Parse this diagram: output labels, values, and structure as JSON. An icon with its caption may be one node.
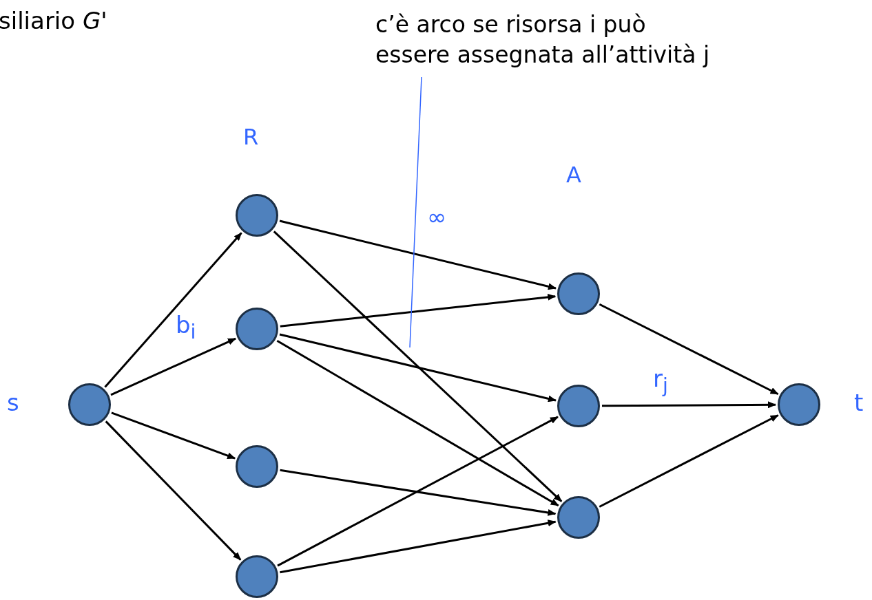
{
  "diagram": {
    "title": "siliario *G'*",
    "nodes": [
      {
        "text": [],
        "shape": "circle",
        "beside": [
          "s"
        ]
      },
      {
        "text": [],
        "shape": "circle"
      },
      {
        "text": [],
        "shape": "circle"
      },
      {
        "text": [],
        "shape": "circle"
      },
      {
        "text": [],
        "shape": "circle"
      },
      {
        "text": [],
        "shape": "circle"
      },
      {
        "text": [],
        "shape": "circle"
      },
      {
        "text": [],
        "shape": "circle"
      },
      {
        "text": [],
        "shape": "circle",
        "beside": [
          "t"
        ]
      },
      {
        "text": [
          "c’è arco se risorsa i può essere assegnata all’attività j"
        ]
      }
    ],
    "edges": [
      {
        "from": 0,
        "to": 1,
        "arrow": "to"
      },
      {
        "from": 0,
        "to": 2,
        "arrow": "to",
        "label": "b$_{i}$"
      },
      {
        "from": 0,
        "to": 3,
        "arrow": "to"
      },
      {
        "from": 0,
        "to": 4,
        "arrow": "to"
      },
      {
        "from": 1,
        "to": 5,
        "arrow": "to",
        "label": "∞"
      },
      {
        "from": 1,
        "to": 7,
        "arrow": "to"
      },
      {
        "from": 2,
        "to": 5,
        "arrow": "to"
      },
      {
        "from": 2,
        "to": 6,
        "arrow": "to"
      },
      {
        "from": 2,
        "to": 7,
        "arrow": "to"
      },
      {
        "from": 3,
        "to": 7,
        "arrow": "to"
      },
      {
        "from": 4,
        "to": 6,
        "arrow": "to"
      },
      {
        "from": 4,
        "to": 7,
        "arrow": "to"
      },
      {
        "from": 5,
        "to": 8,
        "arrow": "to"
      },
      {
        "from": 6,
        "to": 8,
        "arrow": "to",
        "label": "r$_{j}$"
      },
      {
        "from": 7,
        "to": 8,
        "arrow": "to"
      },
      {
        "from": 9,
        "to": null,
        "arrow": "none",
        "color": "#3366ff"
      }
    ],
    "labels": [
      "R",
      "A"
    ]
  }
}
